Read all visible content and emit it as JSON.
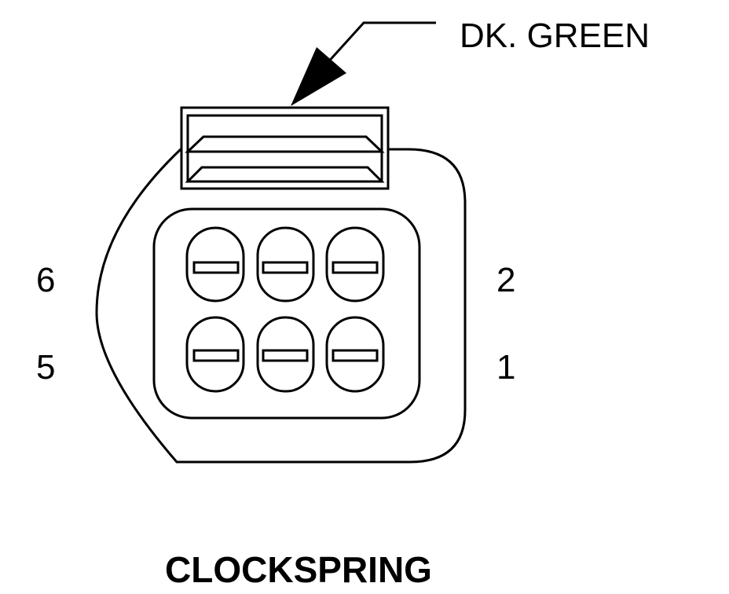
{
  "callout": {
    "wire_color": "DK. GREEN"
  },
  "connector": {
    "name": "CLOCKSPRING",
    "pins": [
      {
        "label": "6"
      },
      {
        "label": "5"
      },
      {
        "label": "2"
      },
      {
        "label": "1"
      }
    ]
  },
  "style": {
    "stroke": "#000000",
    "background": "#ffffff"
  }
}
